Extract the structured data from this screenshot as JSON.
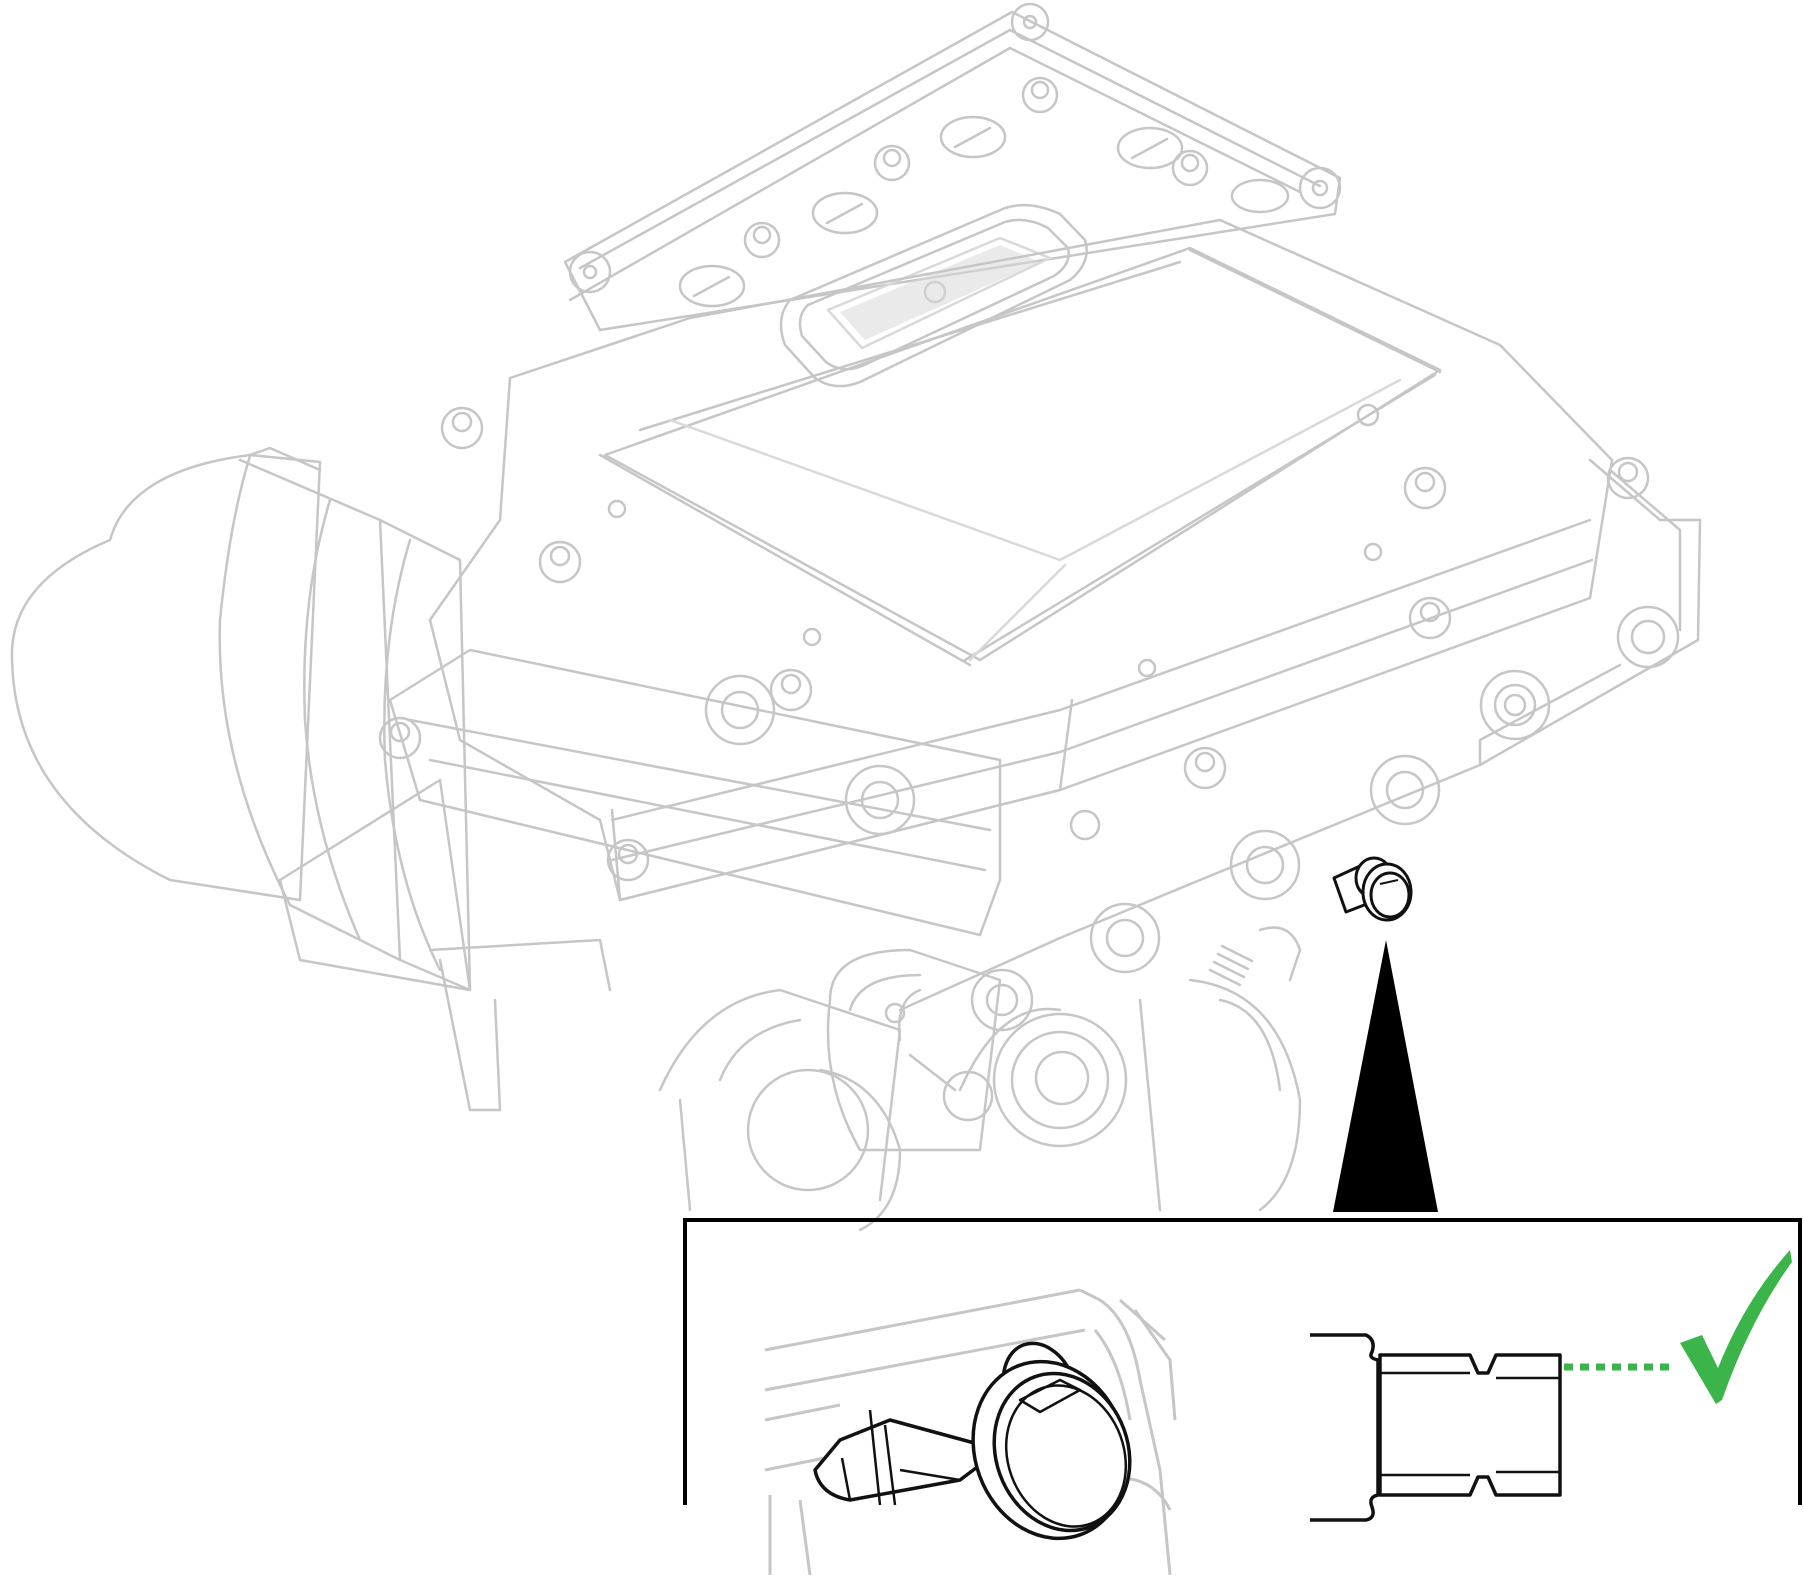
{
  "diagram": {
    "kind": "exploded technical illustration",
    "colors": {
      "ghost_line": "#c6c6c6",
      "ghost_line_light": "#d9d9d9",
      "focus_line": "#111111",
      "callout": "#000000",
      "check": "#3bb54a",
      "background": "#ffffff"
    },
    "icons": {
      "pointer": "callout-triangle-icon",
      "confirm": "check-mark-icon"
    },
    "indicators": {
      "highlighted_parts": 1,
      "detail_views": 2,
      "result": "correct"
    }
  }
}
